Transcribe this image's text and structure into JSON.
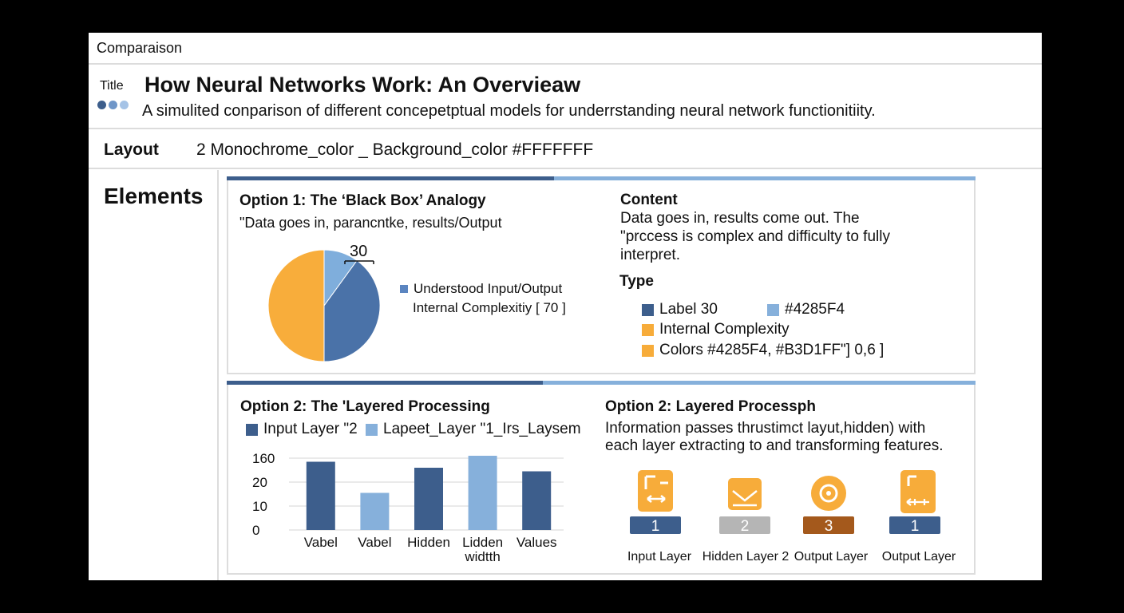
{
  "window": {
    "label": "Comparaison"
  },
  "header": {
    "title_label": "Title",
    "title": "How Neural Networks Work: An Overvieaw",
    "subtitle": "A simulited conparison of different concepetptual models for underrstanding neural network functionitiity."
  },
  "layout_row": {
    "key": "Layout",
    "value": "2 Monochrome_color _ Background_color  #FFFFFFF"
  },
  "elements_row": {
    "key": "Elements"
  },
  "colors": {
    "dark_blue": "#3D5E8C",
    "light_blue": "#86B0DB",
    "orange": "#F7AC3A",
    "gray": "#B5B5B5",
    "brown": "#A4591C",
    "pie_dark": "#4A72A8",
    "pie_light": "#7FAEDC",
    "pie_orange": "#F8AD3B"
  },
  "option1": {
    "title": "Option 1: The ‘Black Box’ Analogy",
    "caption": "\"Data goes in, parancntke, results/Output",
    "legend": [
      "Understood Input/Output",
      "Internal Complexitiy [ 70 ]"
    ],
    "content_heading": "Content",
    "content_text": [
      "Data goes in, results come out. The",
      "\"prccess is complex and difficulty to fully",
      "interpret."
    ],
    "type_heading": "Type",
    "type_items": {
      "a": "Label 30",
      "b": "#4285F4",
      "c": "Internal Complexity",
      "d": "Colors  #4285F4, #B3D1FF\"] 0,6 ]"
    }
  },
  "option2": {
    "title": "Option 2: The 'Layered Processing",
    "legend": [
      "Input Layer \"2",
      "Lapeet_Layer \"1_Irs_Laysem"
    ],
    "right_title": "Option 2: Layered Processph",
    "right_text": [
      "Information passes thrustimct layut,hidden) with",
      "each layer extracting to and transforming features."
    ],
    "layers": [
      {
        "number": "1",
        "label": "Input Layer",
        "icon": "input-doc-icon"
      },
      {
        "number": "2",
        "label": "Hidden Layer 2",
        "icon": "envelope-icon"
      },
      {
        "number": "3",
        "label": "Output Layer",
        "icon": "target-icon"
      },
      {
        "number": "1",
        "label": "Output Layer",
        "icon": "output-doc-icon"
      }
    ]
  },
  "chart_data": [
    {
      "type": "pie",
      "slices": [
        {
          "label": "Understood Input/Output",
          "value": 10,
          "color": "#7FAEDC"
        },
        {
          "label": "",
          "value": 40,
          "color": "#4A72A8"
        },
        {
          "label": "",
          "value": 50,
          "color": "#F8AD3B"
        }
      ],
      "annotation": "30"
    },
    {
      "type": "bar",
      "categories": [
        "Vabel",
        "Vabel",
        "Hidden",
        "Lidden\nwidtth",
        "Values"
      ],
      "values": [
        28.5,
        15.5,
        26.0,
        31.0,
        24.5
      ],
      "colors": [
        "#3D5E8C",
        "#86B0DB",
        "#3D5E8C",
        "#86B0DB",
        "#3D5E8C"
      ],
      "yticks": [
        "0",
        "10",
        "20",
        "160"
      ],
      "ylim": [
        0,
        30
      ],
      "grid": true
    }
  ]
}
